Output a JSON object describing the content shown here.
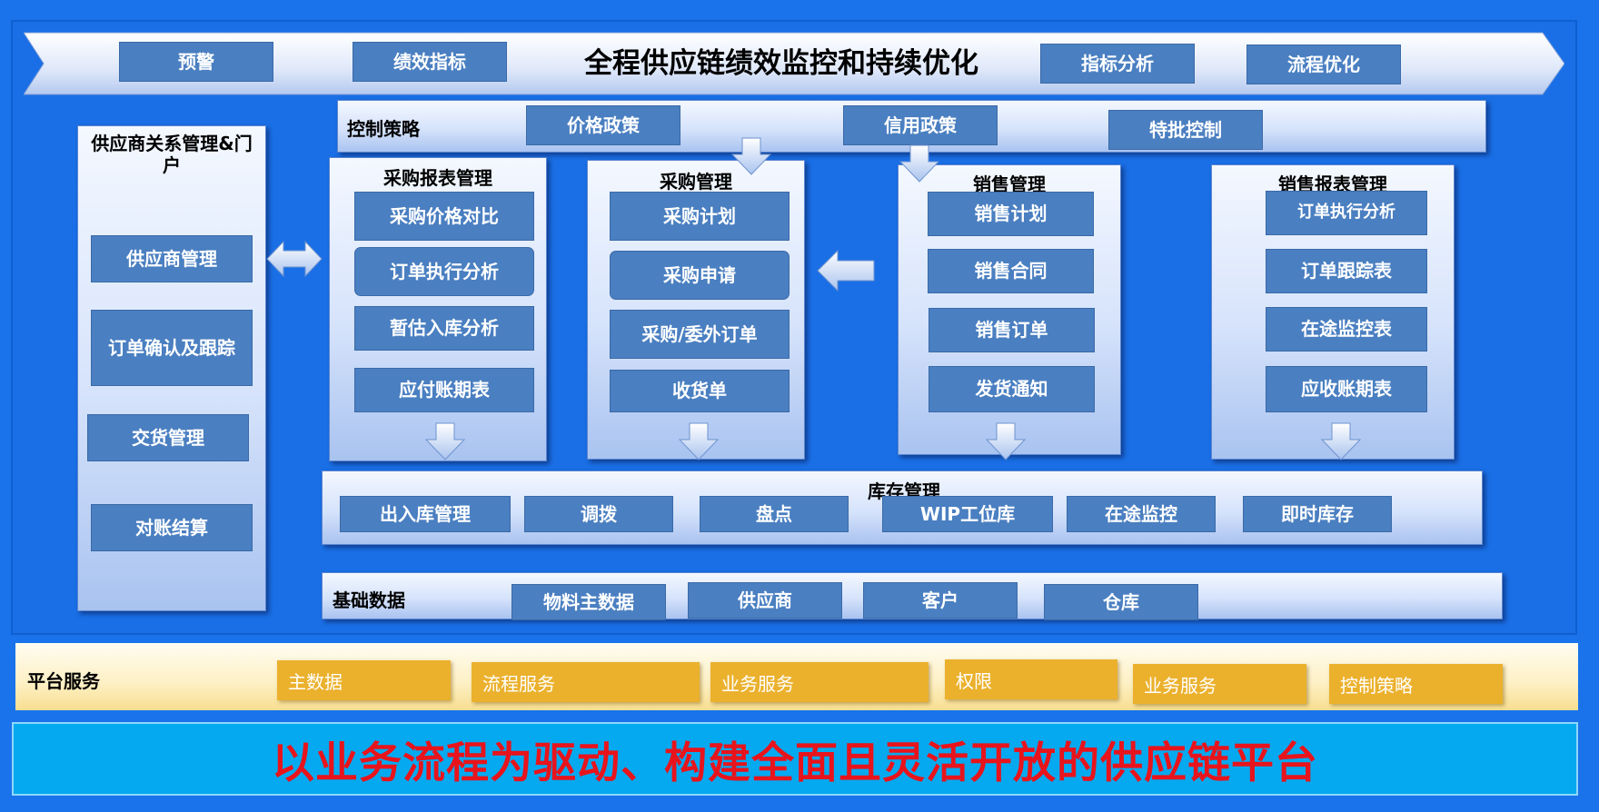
{
  "banner": {
    "title": "全程供应链绩效监控和持续优化",
    "items": [
      "预警",
      "绩效指标",
      "指标分析",
      "流程优化"
    ]
  },
  "control": {
    "label": "控制策略",
    "items": [
      "价格政策",
      "信用政策",
      "特批控制"
    ]
  },
  "supplier": {
    "title": "供应商关系管理&门户",
    "items": [
      "供应商管理",
      "订单确认及跟踪",
      "交货管理",
      "对账结算"
    ]
  },
  "purchase_report": {
    "title": "采购报表管理",
    "items": [
      "采购价格对比",
      "订单执行分析",
      "暂估入库分析",
      "应付账期表"
    ]
  },
  "purchase": {
    "title": "采购管理",
    "items": [
      "采购计划",
      "采购申请",
      "采购/委外订单",
      "收货单"
    ]
  },
  "sales": {
    "title": "销售管理",
    "items": [
      "销售计划",
      "销售合同",
      "销售订单",
      "发货通知"
    ]
  },
  "sales_report": {
    "title": "销售报表管理",
    "items": [
      "订单执行分析",
      "订单跟踪表",
      "在途监控表",
      "应收账期表"
    ]
  },
  "inventory": {
    "title": "库存管理",
    "items": [
      "出入库管理",
      "调拨",
      "盘点",
      "WIP工位库",
      "在途监控",
      "即时库存"
    ]
  },
  "basic": {
    "label": "基础数据",
    "items": [
      "物料主数据",
      "供应商",
      "客户",
      "仓库"
    ]
  },
  "platform": {
    "label": "平台服务",
    "items": [
      "主数据",
      "流程服务",
      "业务服务",
      "权限",
      "业务服务",
      "控制策略"
    ]
  },
  "slogan": "以业务流程为驱动、构建全面且灵活开放的供应链平台",
  "colors": {
    "background": "#1a73ea",
    "chip": "#4a7fc1",
    "orange_chip": "#ebb12d",
    "slogan_text": "#e8141c",
    "slogan_bg": "#05a9f0"
  }
}
